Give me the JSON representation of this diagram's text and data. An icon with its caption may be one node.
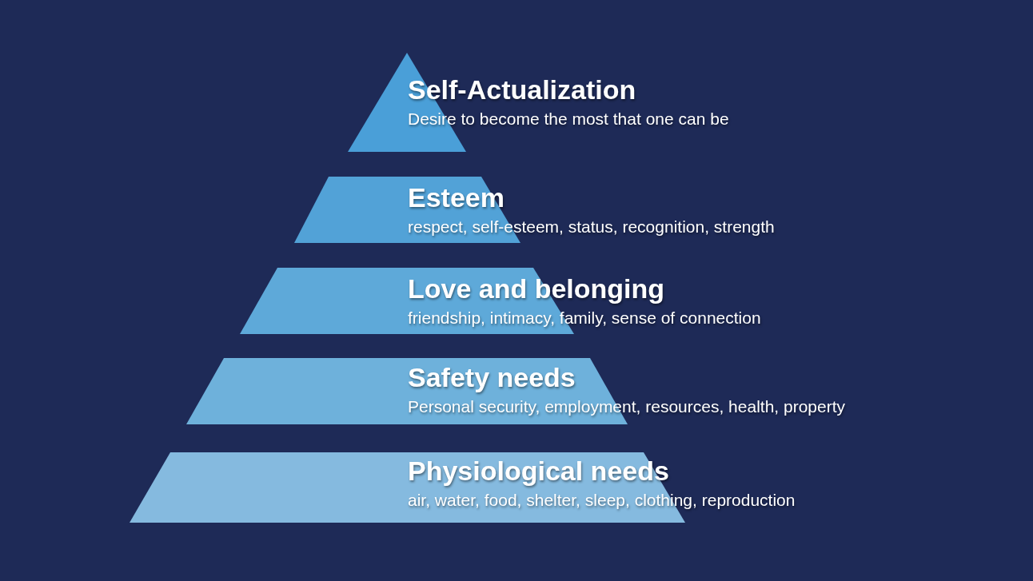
{
  "diagram": {
    "nodes": [
      {
        "text": [
          "Self-Actualization",
          "Desire to become the most that one can be"
        ]
      },
      {
        "text": [
          "Esteem",
          "respect, self-esteem, status, recognition, strength"
        ]
      },
      {
        "text": [
          "Love and belonging",
          "friendship, intimacy, family, sense of connection"
        ]
      },
      {
        "text": [
          "Safety needs",
          "Personal security, employment, resources, health, property"
        ]
      },
      {
        "text": [
          "Physiological needs",
          "air, water, food, shelter, sleep, clothing, reproduction"
        ]
      }
    ]
  }
}
